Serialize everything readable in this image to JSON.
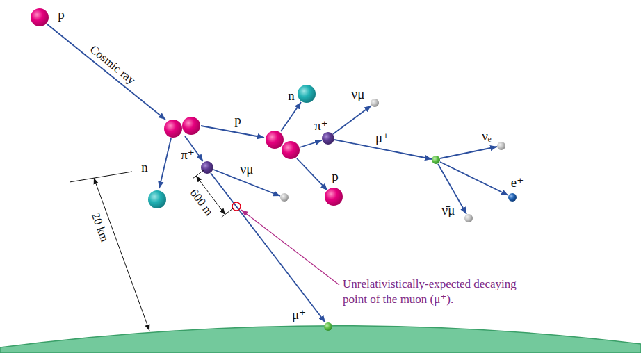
{
  "diagram": {
    "labels": [
      "p",
      "Cosmic ray",
      "n",
      "π⁺",
      "600 m",
      "νμ",
      "μ⁺",
      "20 km",
      "p",
      "n",
      "π⁺",
      "νμ",
      "μ⁺",
      "νₑ",
      "e⁺",
      "ν̄μ",
      "p",
      "Unrelativistically-expected decaying point of the muon (μ⁺)."
    ]
  }
}
